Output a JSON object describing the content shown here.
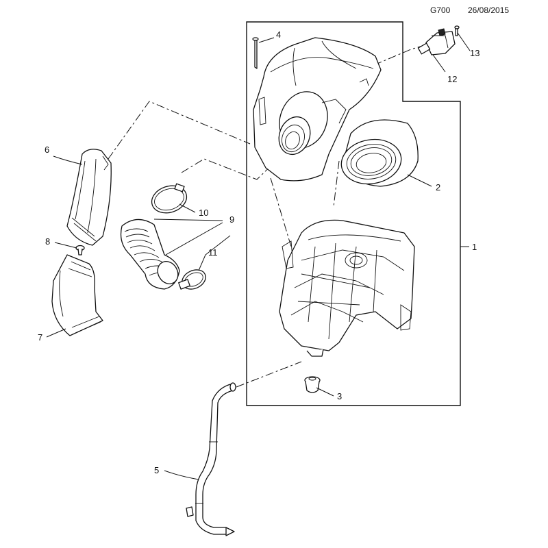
{
  "header": {
    "code": "G700",
    "date": "26/08/2015"
  },
  "callouts": [
    {
      "id": "c1",
      "label": "1"
    },
    {
      "id": "c2",
      "label": "2"
    },
    {
      "id": "c3",
      "label": "3"
    },
    {
      "id": "c4",
      "label": "4"
    },
    {
      "id": "c5",
      "label": "5"
    },
    {
      "id": "c6",
      "label": "6"
    },
    {
      "id": "c7",
      "label": "7"
    },
    {
      "id": "c8",
      "label": "8"
    },
    {
      "id": "c9",
      "label": "9"
    },
    {
      "id": "c10",
      "label": "10"
    },
    {
      "id": "c11",
      "label": "11"
    },
    {
      "id": "c12",
      "label": "12"
    },
    {
      "id": "c13",
      "label": "13"
    }
  ]
}
